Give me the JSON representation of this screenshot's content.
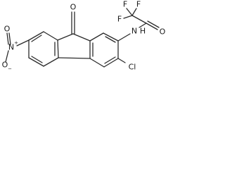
{
  "structure": {
    "atoms": {
      "f_top_left": "F",
      "f_top_right": "F",
      "f_left": "F",
      "o_amide": "O",
      "n_amide": "N",
      "h_amide": "H",
      "o_ketone": "O",
      "cl": "Cl",
      "n_nitro": "N",
      "n_nitro_charge": "+",
      "o_nitro_minus": "O",
      "o_nitro_minus_charge": "−",
      "o_nitro_top": "O"
    }
  }
}
